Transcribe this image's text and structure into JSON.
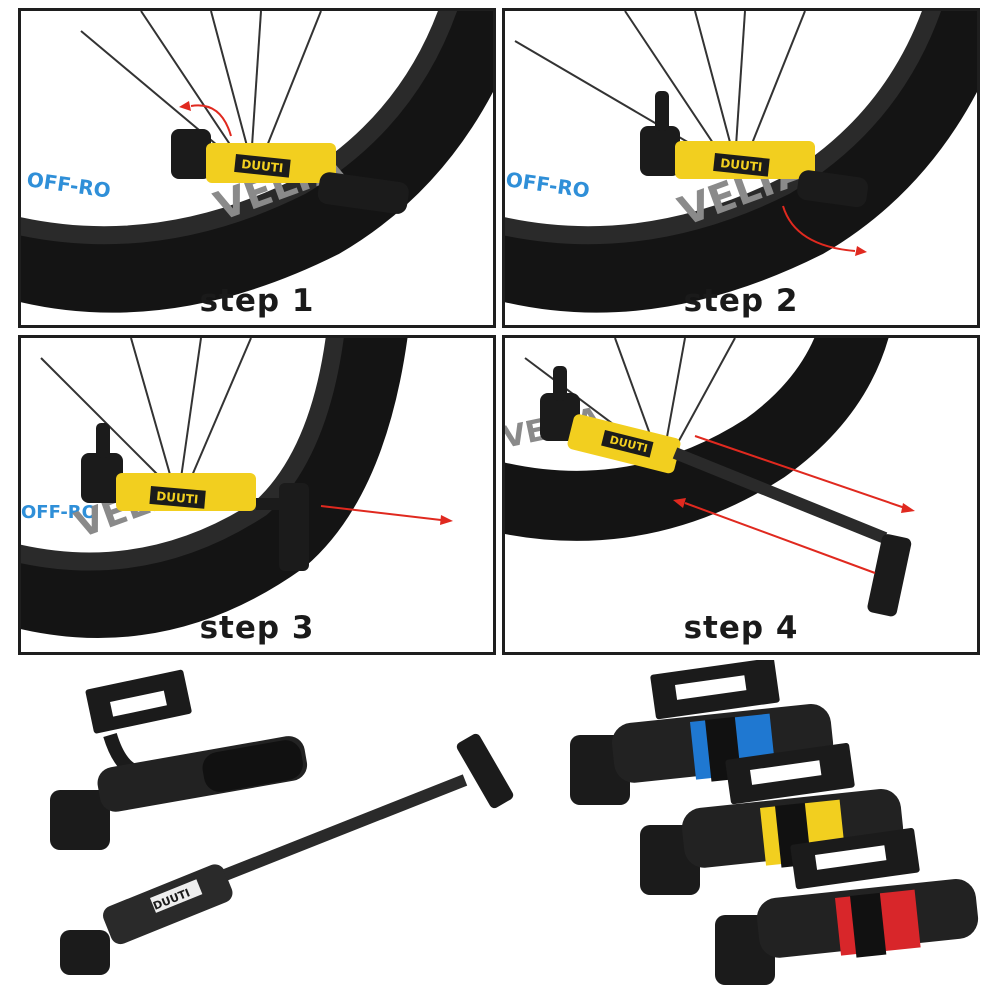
{
  "steps": [
    {
      "label": "step 1"
    },
    {
      "label": "step 2"
    },
    {
      "label": "step 3"
    },
    {
      "label": "step 4"
    }
  ],
  "rim_text": "OFF-RO",
  "tire_text": "VELTA",
  "brand_label": "DUUTI",
  "colors": {
    "frame": "#1e1e1e",
    "pump_yellow": "#f2cf1f",
    "arrow_red": "#e0291f",
    "rim_blue": "#2f8fd8",
    "variant_blue": "#1f78d1",
    "variant_yellow": "#f2cf1f",
    "variant_red": "#d8262a"
  }
}
